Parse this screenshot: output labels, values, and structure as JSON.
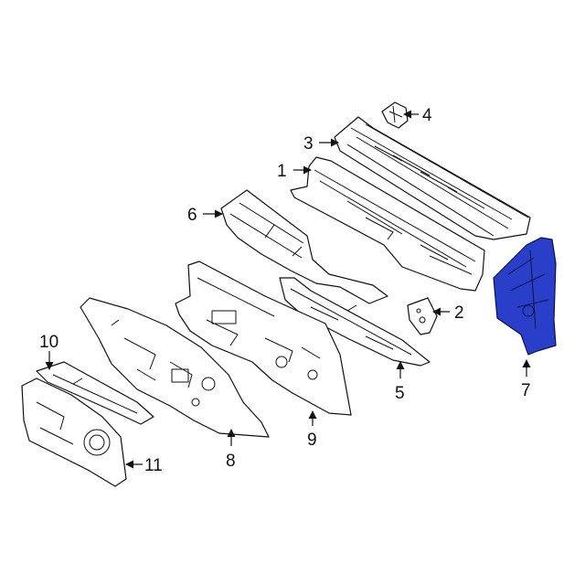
{
  "colors": {
    "line": "#111111",
    "background": "#ffffff",
    "highlight": "#2a3fc9"
  },
  "callouts": [
    "1",
    "2",
    "3",
    "4",
    "5",
    "6",
    "7",
    "8",
    "9",
    "10",
    "11"
  ]
}
